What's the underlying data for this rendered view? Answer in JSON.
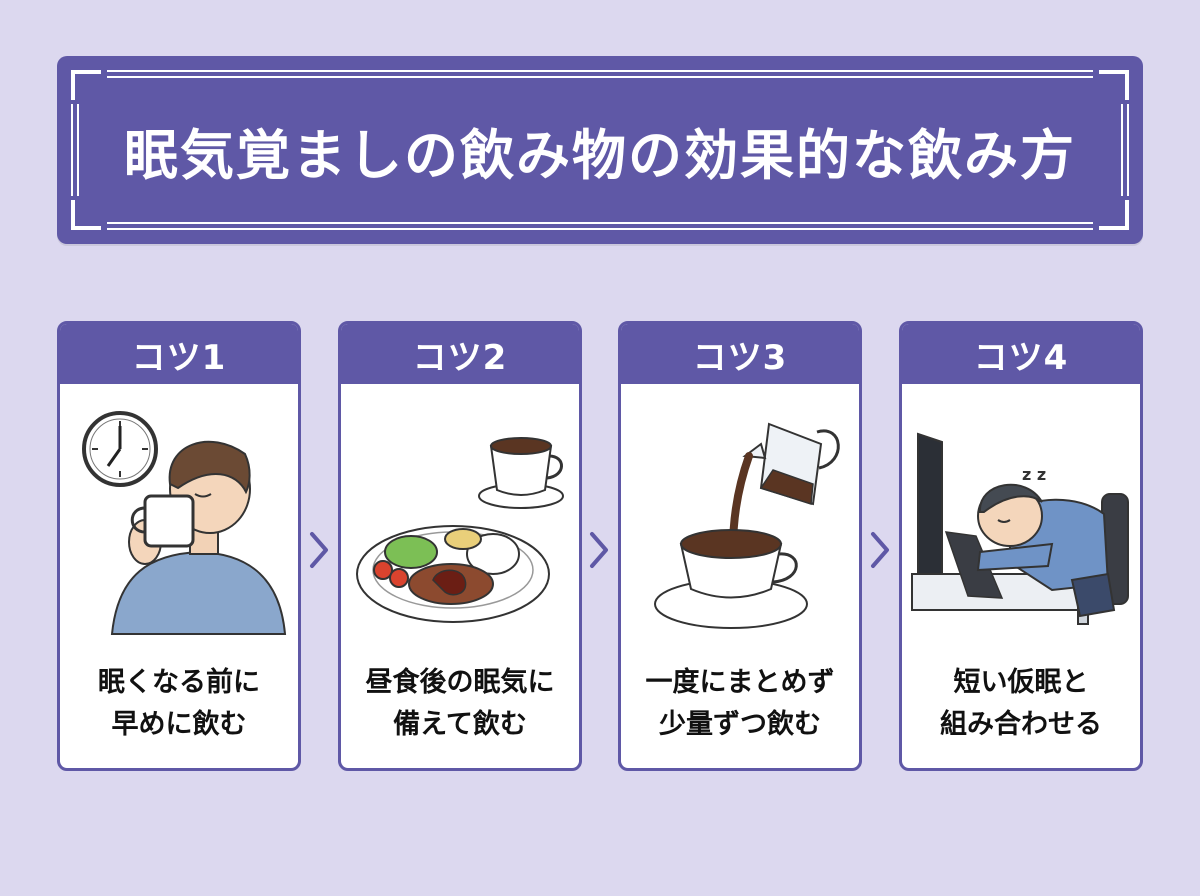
{
  "banner": {
    "title": "眠気覚ましの飲み物の効果的な飲み方"
  },
  "tips": [
    {
      "label": "コツ1",
      "caption_line1": "眠くなる前に",
      "caption_line2": "早めに飲む",
      "icon": "drinking-person"
    },
    {
      "label": "コツ2",
      "caption_line1": "昼食後の眠気に",
      "caption_line2": "備えて飲む",
      "icon": "lunch-plate"
    },
    {
      "label": "コツ3",
      "caption_line1": "一度にまとめず",
      "caption_line2": "少量ずつ飲む",
      "icon": "pouring-coffee"
    },
    {
      "label": "コツ4",
      "caption_line1": "短い仮眠と",
      "caption_line2": "組み合わせる",
      "icon": "napping-at-desk"
    }
  ],
  "colors": {
    "accent": "#5f58a6",
    "background": "#dcd8ef"
  },
  "illustration_text": {
    "sleep_z": "z z"
  }
}
